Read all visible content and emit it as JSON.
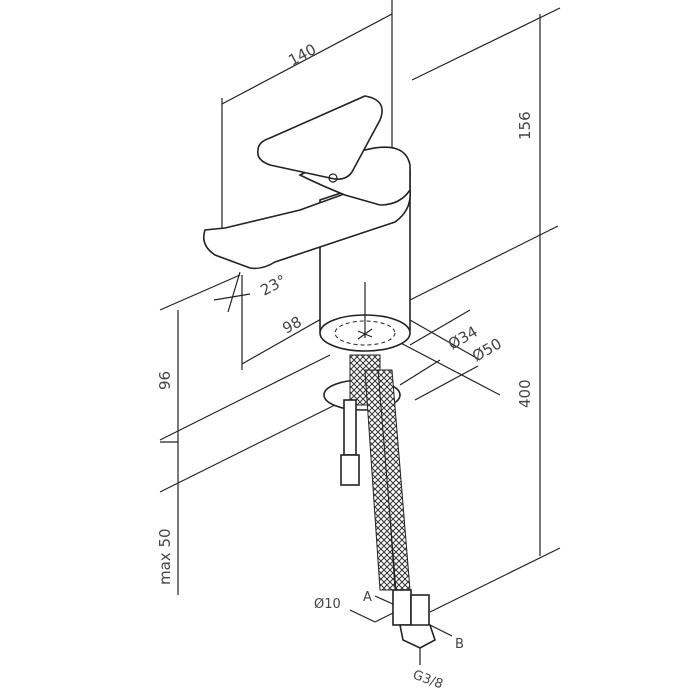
{
  "drawing": {
    "dimensions": {
      "width": "140",
      "height_top": "156",
      "angle": "23°",
      "reach": "98",
      "d_inner": "Ø34",
      "d_outer": "Ø50",
      "spout_height": "96",
      "hose_length": "400",
      "max_thickness": "max 50",
      "hose_d": "Ø10",
      "label_a": "A",
      "label_b": "B",
      "thread": "G3/8"
    }
  }
}
